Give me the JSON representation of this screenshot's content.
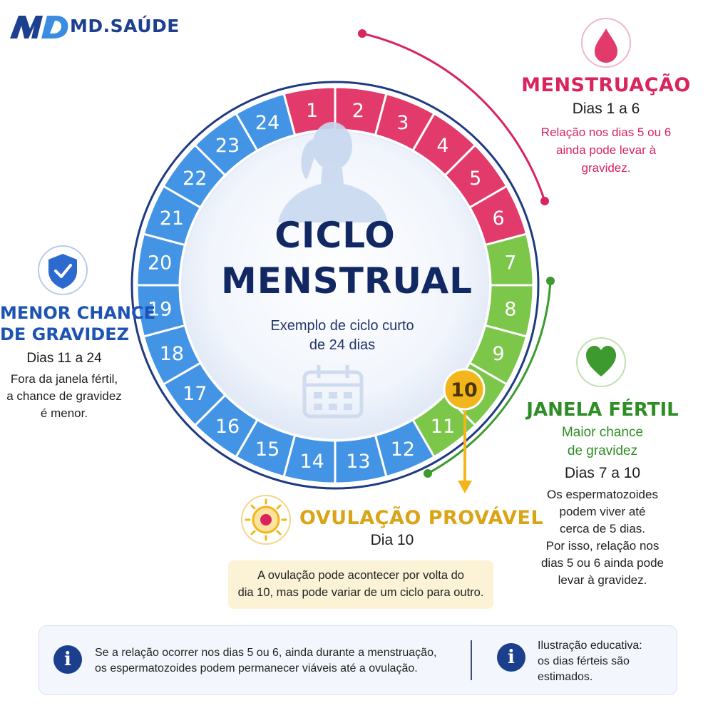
{
  "brand": {
    "name": "MD.SAÚDE",
    "color": "#1d3f8f"
  },
  "center": {
    "title_line1": "CICLO",
    "title_line2": "MENSTRUAL",
    "subtitle_line1": "Exemplo de ciclo curto",
    "subtitle_line2": "de 24 dias"
  },
  "cycle": {
    "total_days": 24,
    "days": [
      {
        "n": "1",
        "phase": "menstruation"
      },
      {
        "n": "2",
        "phase": "menstruation"
      },
      {
        "n": "3",
        "phase": "menstruation"
      },
      {
        "n": "4",
        "phase": "menstruation"
      },
      {
        "n": "5",
        "phase": "menstruation"
      },
      {
        "n": "6",
        "phase": "menstruation"
      },
      {
        "n": "7",
        "phase": "fertile"
      },
      {
        "n": "8",
        "phase": "fertile"
      },
      {
        "n": "9",
        "phase": "fertile"
      },
      {
        "n": "10",
        "phase": "ovulation"
      },
      {
        "n": "11",
        "phase": "fertile"
      },
      {
        "n": "12",
        "phase": "low"
      },
      {
        "n": "13",
        "phase": "low"
      },
      {
        "n": "14",
        "phase": "low"
      },
      {
        "n": "15",
        "phase": "low"
      },
      {
        "n": "16",
        "phase": "low"
      },
      {
        "n": "17",
        "phase": "low"
      },
      {
        "n": "18",
        "phase": "low"
      },
      {
        "n": "19",
        "phase": "low"
      },
      {
        "n": "20",
        "phase": "low"
      },
      {
        "n": "21",
        "phase": "low"
      },
      {
        "n": "22",
        "phase": "low"
      },
      {
        "n": "23",
        "phase": "low"
      },
      {
        "n": "24",
        "phase": "low"
      }
    ],
    "colors": {
      "menstruation": "#e23a6b",
      "fertile": "#7cc64a",
      "ovulation": "#7cc64a",
      "low": "#4494e6",
      "ovulation_marker": "#f2b51c",
      "ring_outline": "#1f3a82"
    }
  },
  "menstruation": {
    "icon": "blood-drop-icon",
    "title": "MENSTRUAÇÃO",
    "days": "Dias 1 a 6",
    "note_lines": [
      "Relação nos dias 5 ou 6",
      "ainda pode levar à",
      "gravidez."
    ]
  },
  "low_chance": {
    "icon": "shield-check-icon",
    "title_line1": "MENOR CHANCE",
    "title_line2": "DE GRAVIDEZ",
    "days": "Dias 11 a 24",
    "note_lines": [
      "Fora da janela fértil,",
      "a chance de gravidez",
      "é menor."
    ]
  },
  "fertile": {
    "icon": "heart-icon",
    "title": "JANELA FÉRTIL",
    "subtitle_lines": [
      "Maior chance",
      "de gravidez"
    ],
    "days": "Dias 7 a 10",
    "note_lines": [
      "Os espermatozoides",
      "podem viver até",
      "cerca de 5 dias.",
      "Por isso, relação nos",
      "dias 5 ou 6 ainda pode",
      "levar à gravidez."
    ]
  },
  "ovulation": {
    "icon": "egg-cell-icon",
    "title": "OVULAÇÃO PROVÁVEL",
    "days": "Dia 10",
    "box_lines": [
      "A ovulação pode acontecer por volta do",
      "dia 10, mas pode variar de um ciclo para outro."
    ]
  },
  "footer": {
    "left_lines": [
      "Se a relação ocorrer nos dias 5 ou 6, ainda durante a menstruação,",
      "os espermatozoides podem permanecer viáveis até a ovulação."
    ],
    "right_lines": [
      "Ilustração educativa:",
      "os dias férteis são",
      "estimados."
    ],
    "info_glyph": "i"
  }
}
